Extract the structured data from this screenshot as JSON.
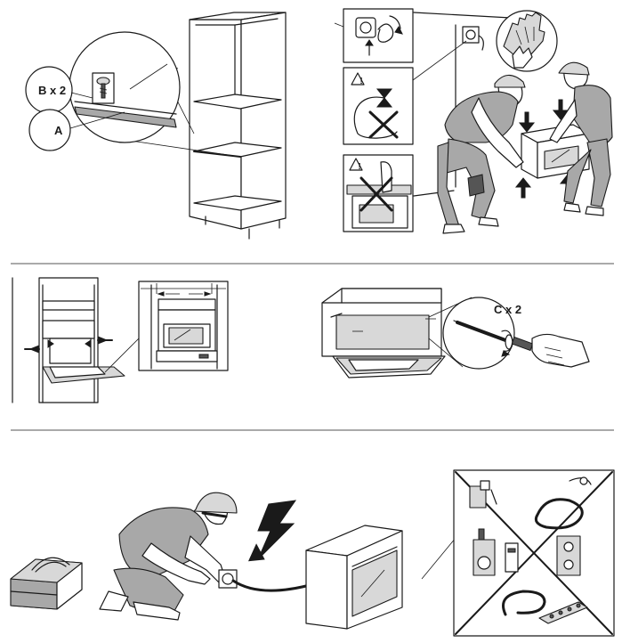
{
  "callouts": {
    "screw_b": "B x 2",
    "strip_a": "A",
    "screw_c": "C x 2"
  },
  "warning_glyph": "!"
}
